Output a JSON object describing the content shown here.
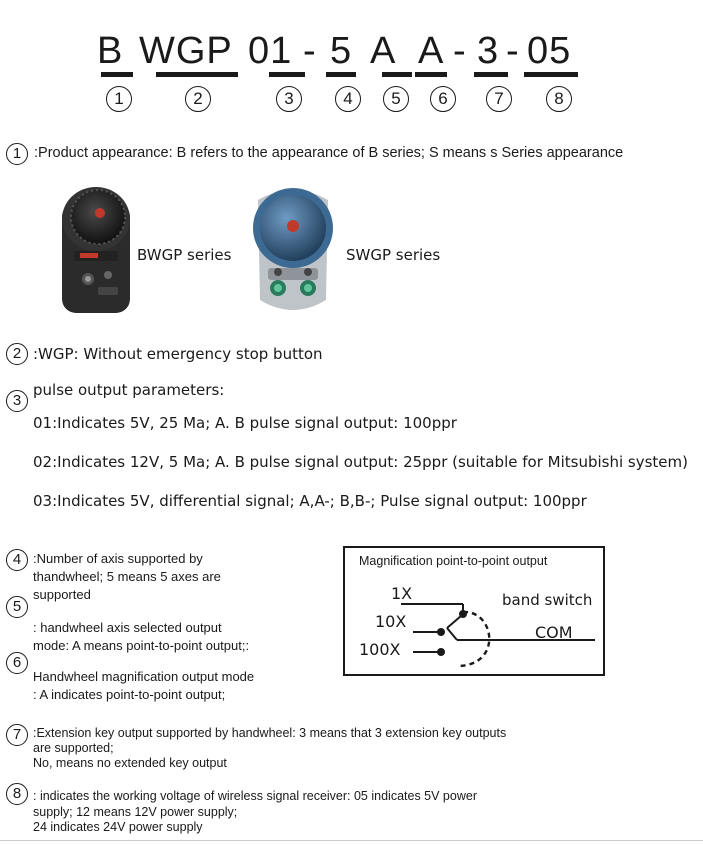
{
  "model_code": {
    "segments": [
      "B",
      "WGP",
      "01",
      "-",
      "5",
      "A",
      "A",
      "-",
      "3",
      "-",
      "05"
    ],
    "numbers": [
      "1",
      "2",
      "3",
      "4",
      "5",
      "6",
      "7",
      "8"
    ]
  },
  "item1": {
    "num": "1",
    "text": ":Product appearance: B refers to the appearance of B series; S means s Series appearance",
    "bwgp_label": "BWGP series",
    "swgp_label": "SWGP series"
  },
  "item2": {
    "num": "2",
    "text": ":WGP: Without emergency stop button"
  },
  "item3": {
    "num": "3",
    "title": "pulse output parameters:",
    "lines": [
      "01:Indicates 5V, 25 Ma; A. B pulse signal output: 100ppr",
      "02:Indicates 12V, 5 Ma; A. B pulse signal output: 25ppr (suitable for Mitsubishi system)",
      "03:Indicates 5V, differential signal; A,A-; B,B-; Pulse signal output: 100ppr"
    ]
  },
  "item4": {
    "num": "4",
    "lines": [
      ":Number of axis supported by",
      "thandwheel; 5 means 5 axes are",
      "supported"
    ]
  },
  "item5": {
    "num": "5",
    "lines": [
      ": handwheel axis selected output",
      "mode: A means point-to-point output;:"
    ]
  },
  "item6": {
    "num": "6",
    "lines": [
      "Handwheel magnification output mode",
      ": A indicates point-to-point output;"
    ]
  },
  "item7": {
    "num": "7",
    "lines": [
      ":Extension key output supported by handwheel: 3 means that 3 extension key outputs",
      " are supported;",
      "No, means no extended key output"
    ]
  },
  "item8": {
    "num": "8",
    "lines": [
      ": indicates the working voltage of wireless signal receiver: 05 indicates 5V power",
      "supply; 12 means 12V power supply;",
      "24 indicates 24V power supply"
    ]
  },
  "magnification": {
    "title": "Magnification point-to-point output",
    "x1": "1X",
    "x10": "10X",
    "x100": "100X",
    "band_switch": "band switch",
    "com": "COM"
  },
  "colors": {
    "text": "#1a1a1a",
    "bwgp_body": "#2b2b2b",
    "swgp_body": "#3d6a93",
    "swgp_frame": "#bfc4c8"
  }
}
